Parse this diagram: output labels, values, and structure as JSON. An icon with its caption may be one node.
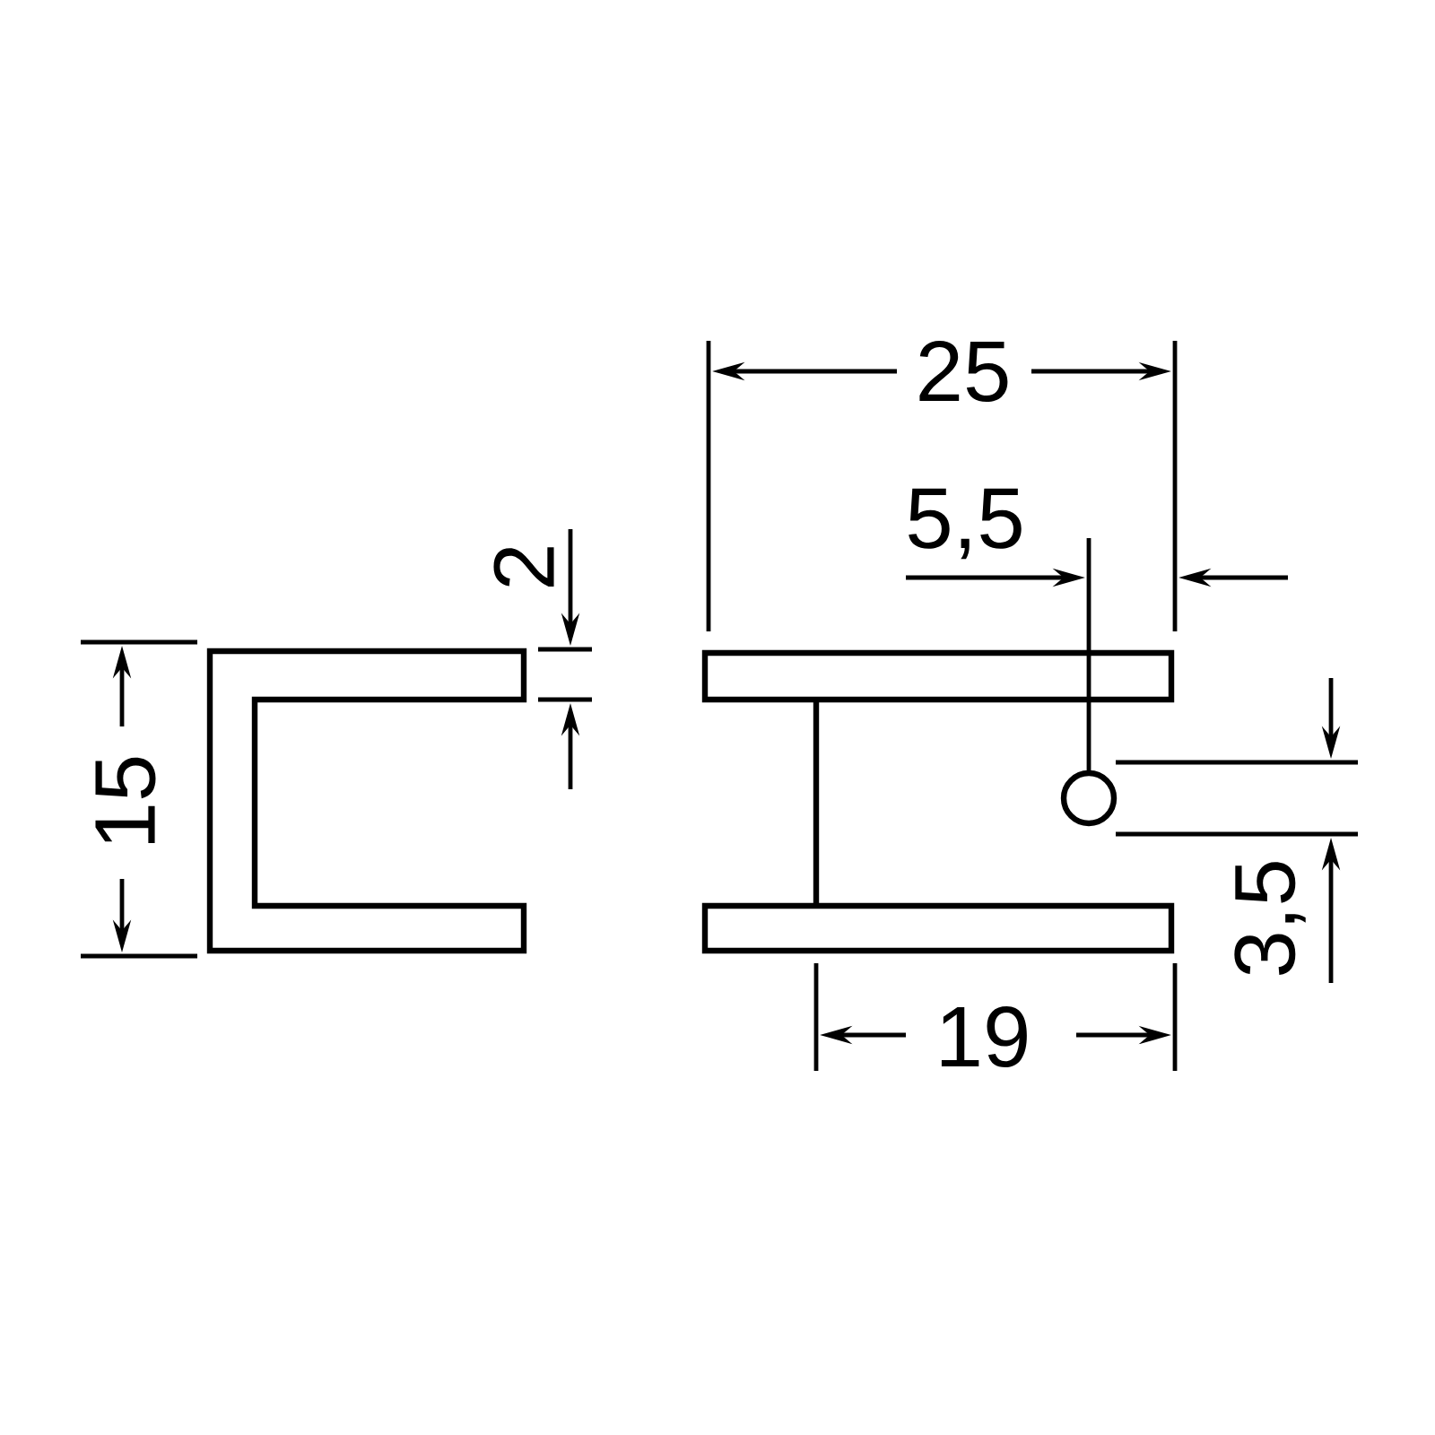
{
  "diagram": {
    "labels": [
      "25",
      "5,5",
      "2",
      "15",
      "3,5",
      "19"
    ]
  }
}
